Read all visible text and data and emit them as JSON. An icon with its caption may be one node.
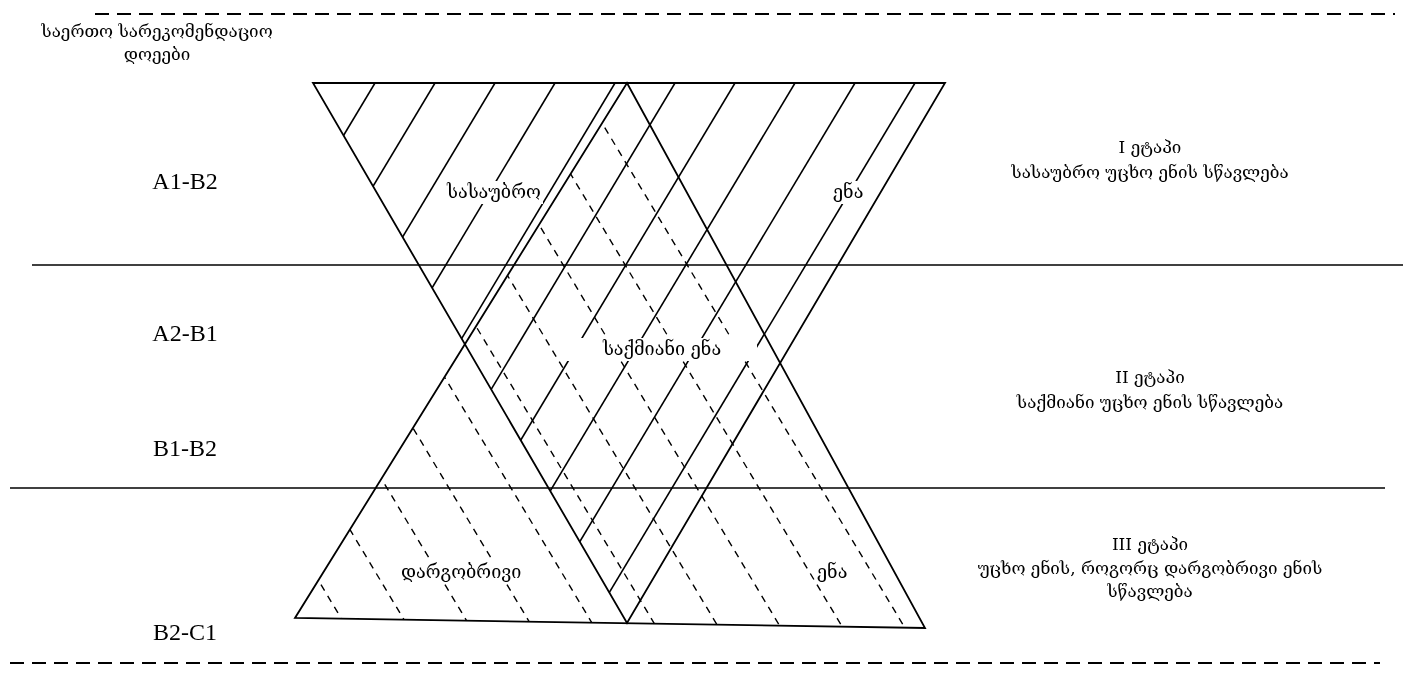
{
  "diagram": {
    "nodes": [
      {
        "text": [
          "სასაუბრო",
          "ენა"
        ]
      },
      {
        "text": [
          "დარგობრივი",
          "ენა"
        ]
      }
    ],
    "labels": [
      "საერთო სარეკომენდაციო დოეები",
      "A1-B2",
      "I ეტაპი",
      "სასაუბრო უცხო ენის სწავლება",
      "A2-B1",
      "საქმიანი ენა",
      "II ეტაპი",
      "საქმიანი უცხო ენის სწავლება",
      "B1-B2",
      "III ეტაპი",
      "უცხო ენის, როგორც დარგობრივი ენის სწავლება",
      "B2-C1"
    ]
  }
}
